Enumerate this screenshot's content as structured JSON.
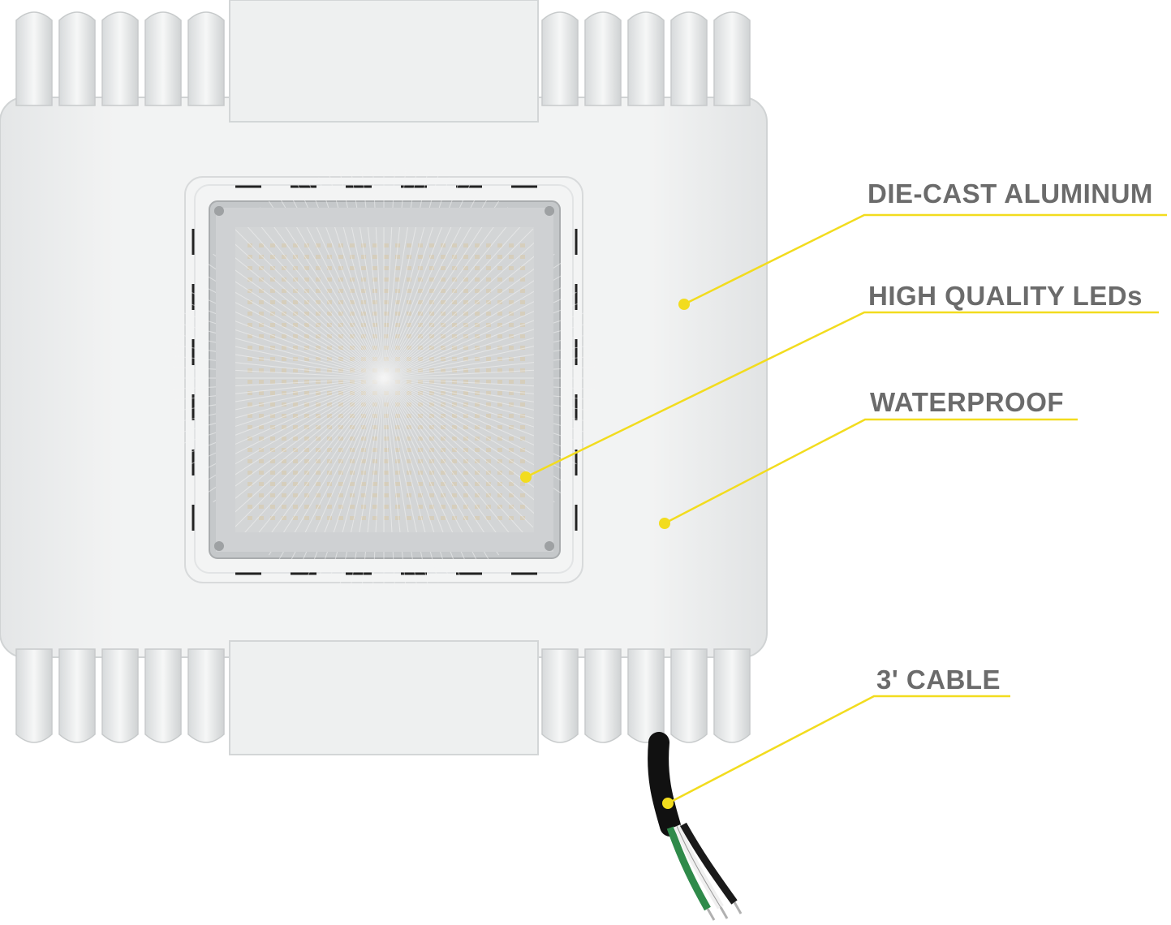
{
  "product": {
    "name": "LED canopy light fixture",
    "body_color": "#eceeef",
    "lens_color": "#c9ccce"
  },
  "callouts": [
    {
      "id": "die-cast",
      "label": "DIE-CAST ALUMINUM"
    },
    {
      "id": "leds",
      "label": "HIGH QUALITY LEDs"
    },
    {
      "id": "waterproof",
      "label": "WATERPROOF"
    },
    {
      "id": "cable",
      "label": "3' CABLE"
    }
  ],
  "colors": {
    "accent": "#f2dc1e",
    "label_text": "#6b6b6b",
    "background": "#ffffff"
  },
  "icons": {
    "callout_dot": "yellow-dot-icon"
  }
}
